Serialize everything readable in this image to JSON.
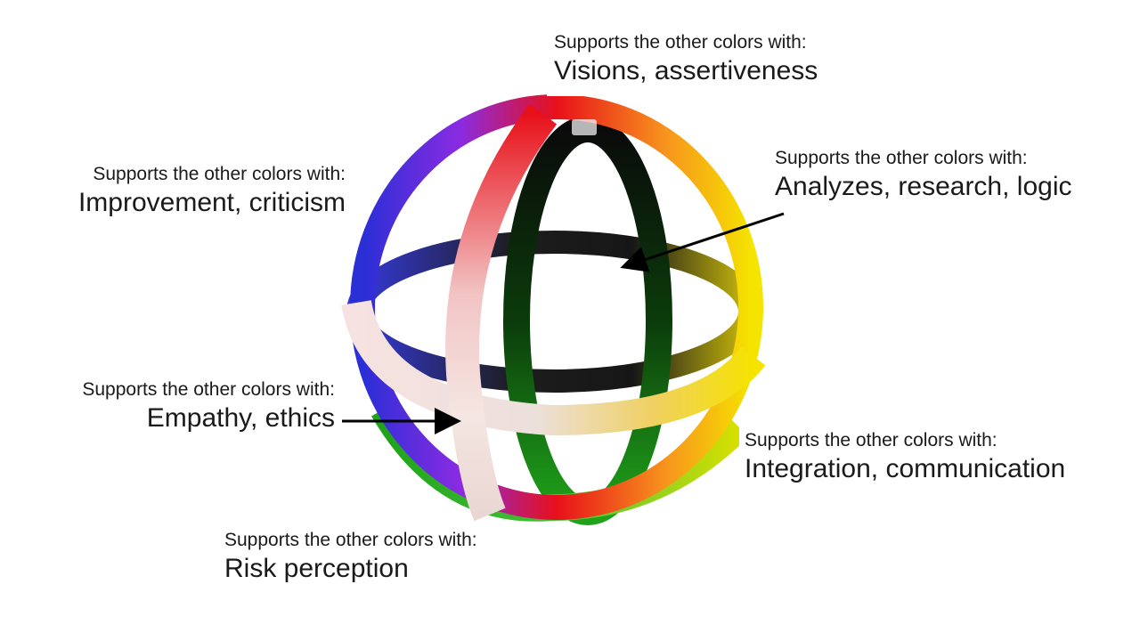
{
  "diagram": {
    "labels": [
      {
        "key": "top",
        "sub": "Supports the other colors with:",
        "main": "Visions, assertiveness"
      },
      {
        "key": "left",
        "sub": "Supports the other colors with:",
        "main": "Improvement, criticism"
      },
      {
        "key": "right",
        "sub": "Supports the other colors with:",
        "main": "Analyzes, research, logic"
      },
      {
        "key": "mid_left",
        "sub": "Supports the other colors with:",
        "main": "Empathy, ethics"
      },
      {
        "key": "mid_right",
        "sub": "Supports the other colors with:",
        "main": "Integration, communication"
      },
      {
        "key": "bottom",
        "sub": "Supports the other colors with:",
        "main": "Risk perception"
      }
    ],
    "colors": {
      "red": "#e8101a",
      "orange": "#f7941d",
      "yellow": "#f5e300",
      "green": "#1fa31a",
      "blue": "#2a2fd6",
      "purple": "#8a2be2",
      "white": "#f3e6e3",
      "black": "#0a0a0a"
    }
  }
}
